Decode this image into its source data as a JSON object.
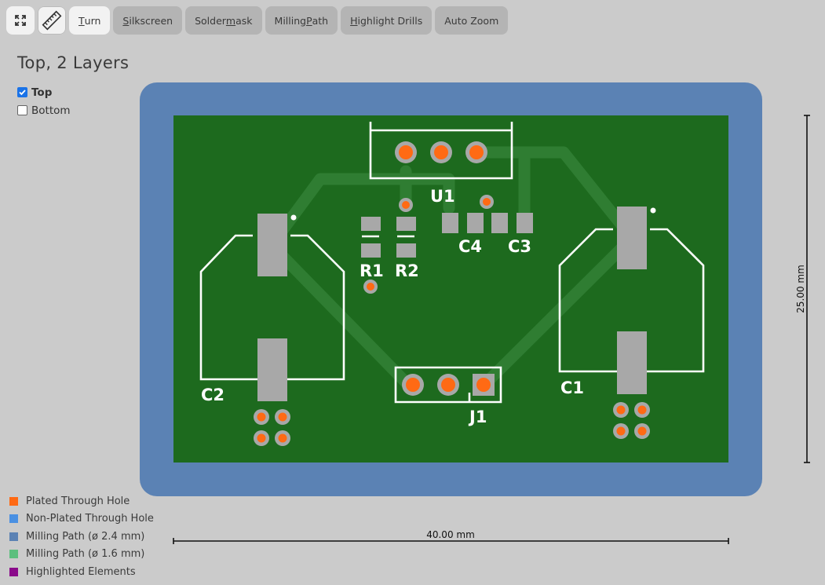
{
  "toolbar": {
    "buttons": [
      {
        "pre": "",
        "ul": "T",
        "post": "urn"
      },
      {
        "pre": "",
        "ul": "S",
        "post": "ilkscreen"
      },
      {
        "pre": "Solder",
        "ul": "m",
        "post": "ask"
      },
      {
        "pre": "Milling ",
        "ul": "P",
        "post": "ath"
      },
      {
        "pre": "",
        "ul": "H",
        "post": "ighlight Drills"
      },
      {
        "pre": "Auto Zoom",
        "ul": "",
        "post": ""
      }
    ]
  },
  "view": {
    "title": "Top, 2 Layers"
  },
  "layers": [
    {
      "label": "Top",
      "checked": true
    },
    {
      "label": "Bottom",
      "checked": false
    }
  ],
  "dimensions": {
    "width_label": "40.00 mm",
    "height_label": "25.00 mm"
  },
  "components": {
    "u1": "U1",
    "r1": "R1",
    "r2": "R2",
    "c1": "C1",
    "c2": "C2",
    "c3": "C3",
    "c4": "C4",
    "j1": "J1"
  },
  "legend": [
    {
      "label": "Plated Through Hole",
      "color": "#ff6a14"
    },
    {
      "label": "Non-Plated Through Hole",
      "color": "#4a90e2"
    },
    {
      "label": "Milling Path (ø 2.4 mm)",
      "color": "#5b82b4"
    },
    {
      "label": "Milling Path (ø 1.6 mm)",
      "color": "#5cbf7e"
    },
    {
      "label": "Highlighted Elements",
      "color": "#8a0a8a"
    }
  ],
  "colors": {
    "milling": "#5b82b4",
    "board": "#1d6a1e",
    "trace": "#2f7d32",
    "pad": "#a8a8a8",
    "hole": "#ff6a14",
    "silk": "#ffffff"
  }
}
